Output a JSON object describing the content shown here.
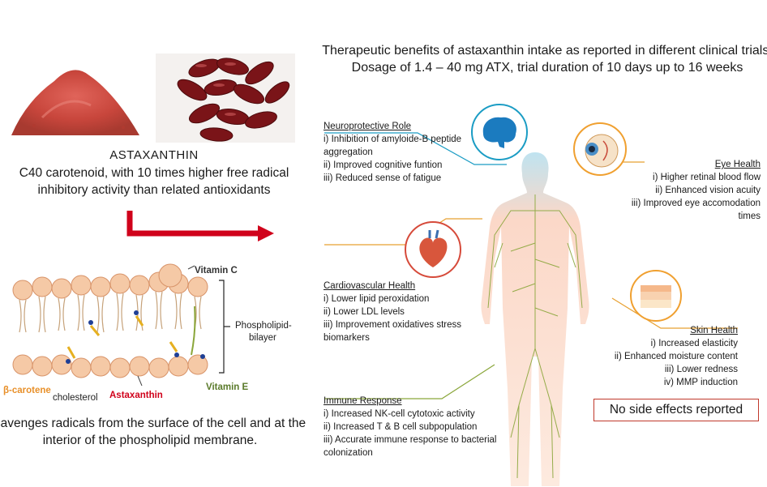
{
  "left": {
    "title": "ASTAXANTHIN",
    "description": "C40 carotenoid, with 10 times higher free radical inhibitory activity than related antioxidants",
    "membrane_labels": {
      "vitamin_c": "Vitamin C",
      "phospholipid_line1": "Phospholipid-",
      "phospholipid_line2": "bilayer",
      "beta_carotene": "β-carotene",
      "cholesterol": "cholesterol",
      "astaxanthin": "Astaxanthin",
      "vitamin_e": "Vitamin E"
    },
    "scavenges": "cavenges radicals from the surface of the cell and at the interior of the phospholipid membrane."
  },
  "right": {
    "title": "Therapeutic benefits of astaxanthin intake as reported in different clinical trials. Dosage of 1.4 – 40 mg ATX, trial duration of 10 days up to 16 weeks",
    "neuro": {
      "heading": "Neuroprotective Role",
      "items": [
        "i) Inhibition of amyloide-B peptide aggregation",
        "ii) Improved cognitive funtion",
        "iii) Reduced sense of fatigue"
      ]
    },
    "cardio": {
      "heading": "Cardiovascular Health",
      "items": [
        "i) Lower lipid peroxidation",
        "ii) Lower LDL levels",
        "iii) Improvement oxidatives stress biomarkers"
      ]
    },
    "immune": {
      "heading": "Immune Response",
      "items": [
        "i) Increased NK-cell cytotoxic activity",
        "ii) Increased T & B cell subpopulation",
        "iii) Accurate immune response to bacterial colonization"
      ]
    },
    "eye": {
      "heading": "Eye Health",
      "items": [
        "i) Higher retinal blood flow",
        "ii) Enhanced vision acuity",
        "iii) Improved eye accomodation times"
      ]
    },
    "skin": {
      "heading": "Skin Health",
      "items": [
        "i) Increased elasticity",
        "ii) Enhanced moisture content",
        "iii) Lower redness",
        "iv) MMP induction"
      ]
    },
    "no_side_effects": "No side effects reported"
  },
  "colors": {
    "red_arrow": "#d0021b",
    "teal_circle": "#1a9cc4",
    "orange_circle": "#f0a030",
    "red_circle": "#d64a3a",
    "nerve_green": "#8aa63a"
  },
  "icons": [
    "astaxanthin-powder-icon",
    "softgel-capsules-icon",
    "brain-icon",
    "heart-icon",
    "eye-icon",
    "skin-layers-icon",
    "human-body-icon"
  ]
}
